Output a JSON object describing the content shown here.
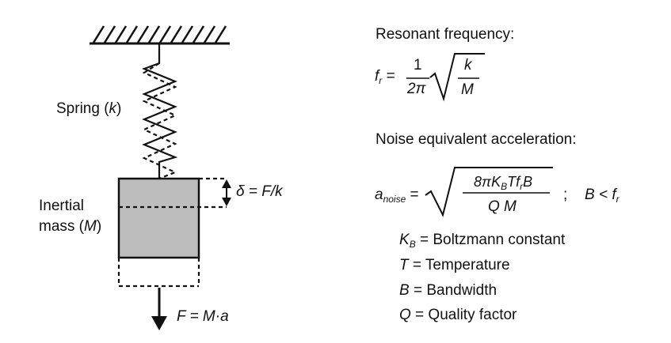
{
  "left": {
    "spring_label_prefix": "Spring (",
    "spring_label_var": "k",
    "spring_label_suffix": ")",
    "mass_label_line1": "Inertial",
    "mass_label_line2_prefix": "mass (",
    "mass_label_line2_var": "M",
    "mass_label_line2_suffix": ")",
    "delta_label": "δ = F/k",
    "force_label": "F = M·a"
  },
  "right": {
    "resonant_heading": "Resonant frequency:",
    "fr_symbol": "f",
    "fr_sub": "r",
    "equals": "=",
    "frac1_num": "1",
    "frac1_den": "2π",
    "root1_num": "k",
    "root1_den": "M",
    "noise_heading": "Noise equivalent acceleration:",
    "anoise_symbol": "a",
    "anoise_sub": "noise",
    "root2_num": "8πK",
    "root2_num_sub": "B",
    "root2_num_tail": "Tf",
    "root2_num_tail_sub": "r",
    "root2_num_end": "B",
    "root2_den": "Q M",
    "semicolon": ";",
    "condition": "B < f",
    "condition_sub": "r",
    "legend": [
      {
        "sym": "K",
        "sub": "B",
        "text": " = Boltzmann constant"
      },
      {
        "sym": "T",
        "sub": "",
        "text": " = Temperature"
      },
      {
        "sym": "B",
        "sub": "",
        "text": " = Bandwidth"
      },
      {
        "sym": "Q",
        "sub": "",
        "text": " = Quality factor"
      }
    ]
  },
  "colors": {
    "mass_fill": "#bdbdbd",
    "line": "#111111"
  }
}
